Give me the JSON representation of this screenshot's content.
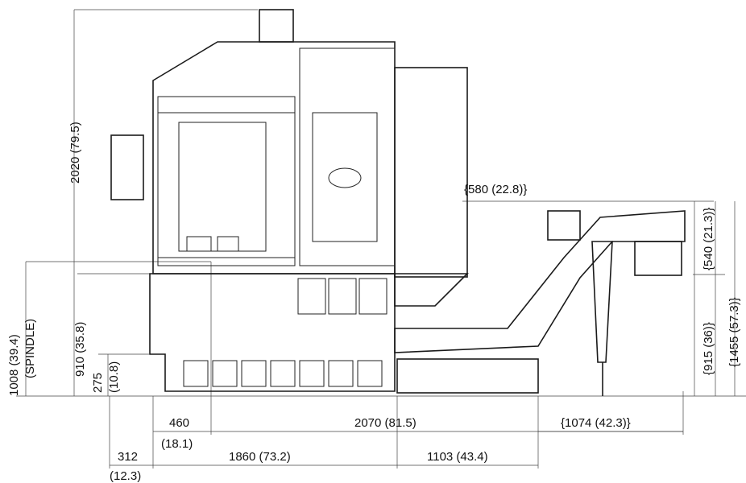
{
  "colors": {
    "machine_fill": "#ffffff",
    "base_fill": "#b2b2b2",
    "door_panel_fill": "#8f8f8f",
    "conveyor_fill": "#fdf6dc",
    "line": "#1a1a1a"
  },
  "dimensions": {
    "overall_height": "2020 (79.5)",
    "spindle_height_line1": "1008 (39.4)",
    "spindle_height_line2": "(SPINDLE)",
    "table_height": "910 (35.8)",
    "base_height": "275",
    "base_height_in": "(10.8)",
    "conveyor_width_in": "{580 (22.8)}",
    "conveyor_right_upper": "{540 (21.3)}",
    "conveyor_right_mid": "{915 (36)}",
    "conveyor_total_height": "{1455 (57.3)}",
    "offset_460": "460",
    "offset_460_in": "(18.1)",
    "length_2070": "2070 (81.5)",
    "conveyor_extension": "{1074 (42.3)}",
    "offset_312": "312",
    "offset_312_in": "(12.3)",
    "length_1860": "1860 (73.2)",
    "length_1103": "1103 (43.4)"
  }
}
